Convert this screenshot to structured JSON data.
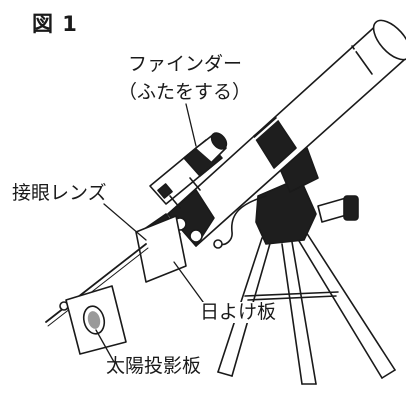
{
  "figure": {
    "title": "図 1",
    "labels": {
      "finder": "ファインダー",
      "finder_note": "（ふたをする）",
      "eyepiece": "接眼レンズ",
      "sunshade": "日よけ板",
      "projection_plate": "太陽投影板"
    }
  },
  "colors": {
    "line": "#1a1a1a",
    "fill_light": "#ffffff",
    "fill_dark": "#1e1e1e",
    "fill_gray": "#9a9a9a"
  }
}
